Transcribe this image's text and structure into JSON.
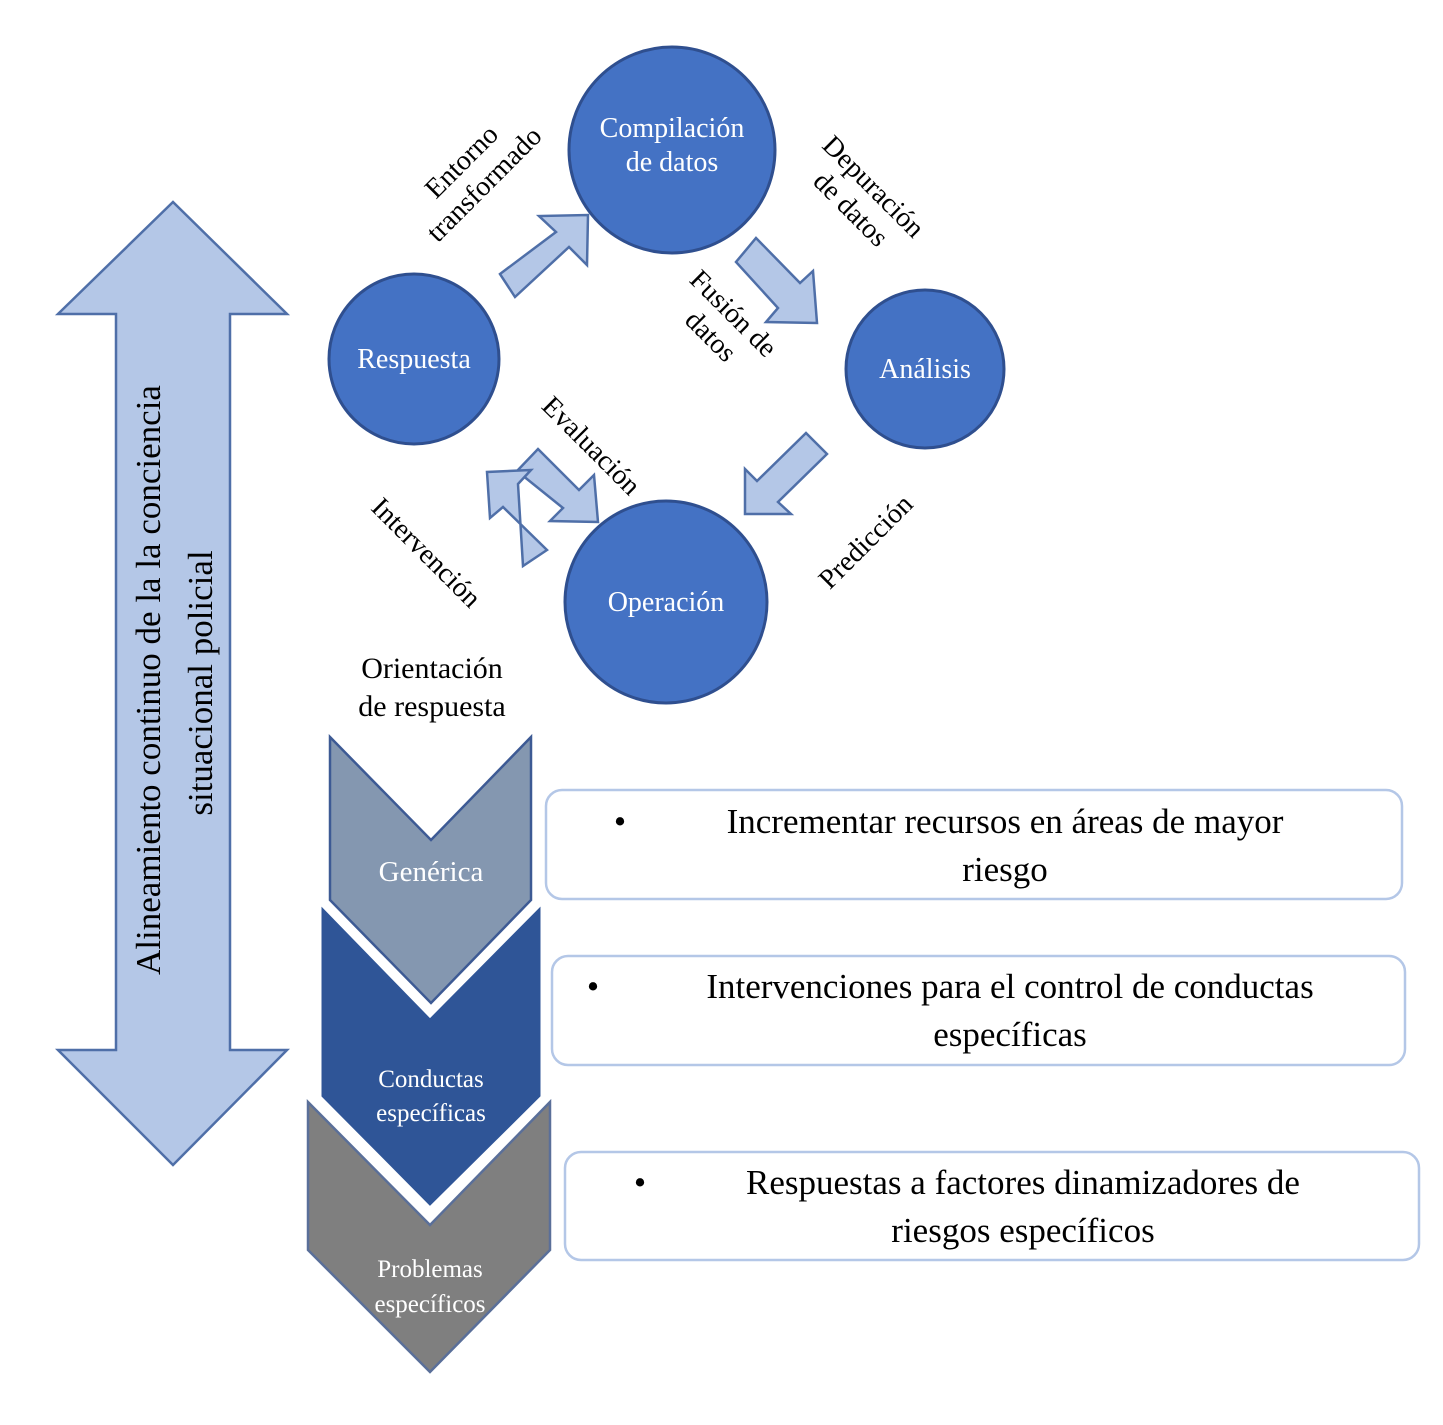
{
  "side_arrow": {
    "label_line1": "Alineamiento continuo de la  la conciencia",
    "label_line2": "situacional policial",
    "fill": "#b4c7e7"
  },
  "cycle": {
    "nodes": {
      "compilacion": [
        "Compilación",
        "de datos"
      ],
      "respuesta": "Respuesta",
      "analisis": "Análisis",
      "operacion": "Operación"
    },
    "labels": {
      "entorno": [
        "Entorno",
        "transformado"
      ],
      "depuracion": [
        "Depuración",
        "de datos"
      ],
      "fusion": [
        "Fusión de",
        "datos"
      ],
      "evaluacion": "Evaluación",
      "intervencion": "Intervención",
      "prediccion": "Predicción"
    },
    "circle_color": "#4472c4"
  },
  "orientation": {
    "title": [
      "Orientación",
      "de respuesta"
    ],
    "levels": [
      {
        "label": [
          "Genérica"
        ],
        "color": "#8497b0"
      },
      {
        "label": [
          "Conductas",
          "específicas"
        ],
        "color": "#2f5597"
      },
      {
        "label": [
          "Problemas",
          "específicos"
        ],
        "color": "#7f7f7f"
      }
    ]
  },
  "boxes": [
    {
      "bullet": "•",
      "line1": "Incrementar recursos en áreas de mayor",
      "line2": "riesgo"
    },
    {
      "bullet": "•",
      "line1": "Intervenciones para el control de conductas",
      "line2": "específicas"
    },
    {
      "bullet": "•",
      "line1": "Respuestas  a factores dinamizadores de",
      "line2": "riesgos específicos"
    }
  ]
}
